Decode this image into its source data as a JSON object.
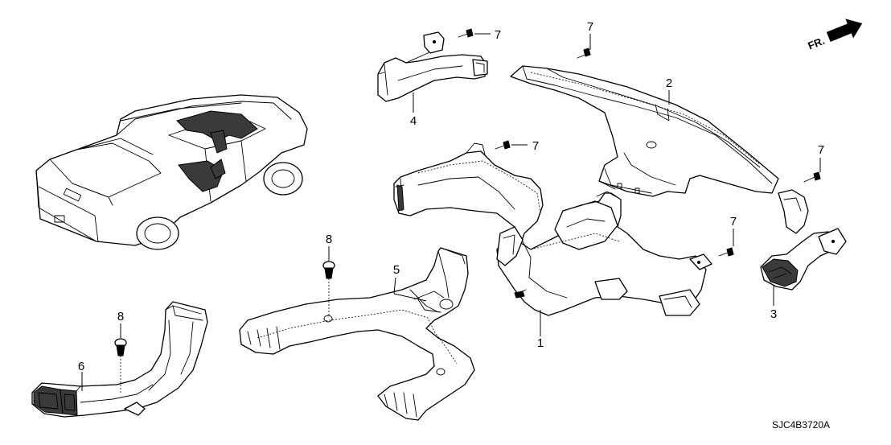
{
  "callouts": {
    "c1": "1",
    "c2": "2",
    "c3": "3",
    "c4": "4",
    "c5": "5",
    "c6": "6",
    "c7a": "7",
    "c7b": "7",
    "c7c": "7",
    "c7d": "7",
    "c7e": "7",
    "c8a": "8",
    "c8b": "8"
  },
  "direction_label": "FR.",
  "diagram_code": "SJC4B3720A"
}
